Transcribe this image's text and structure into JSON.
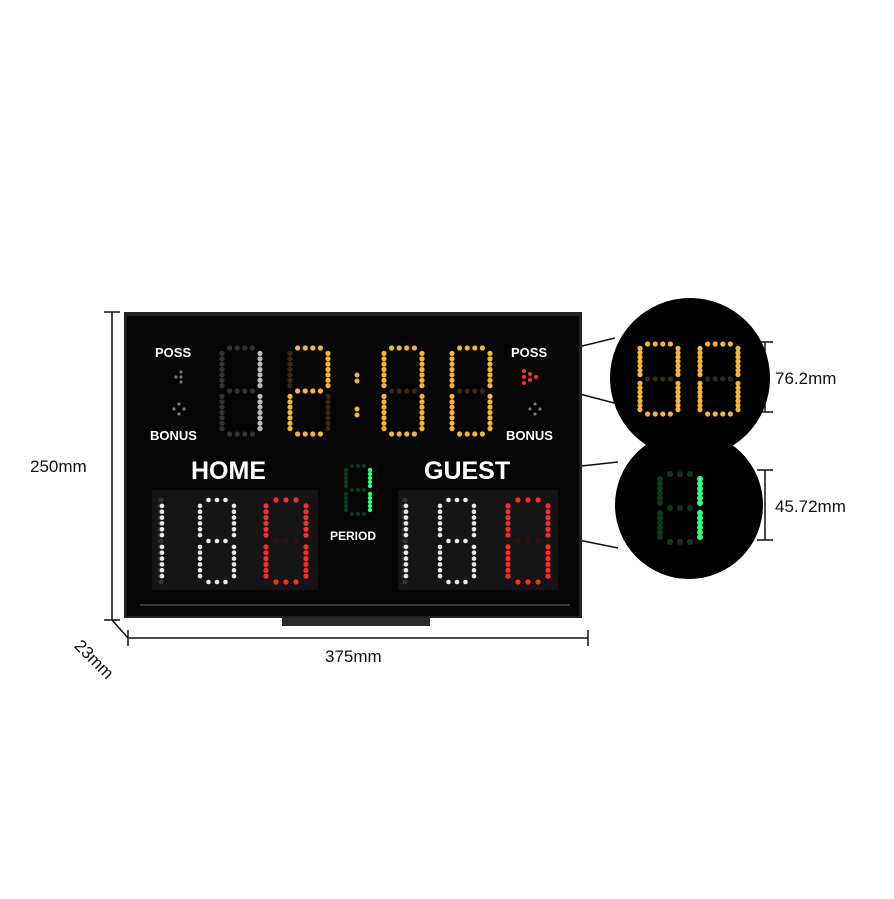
{
  "board": {
    "clock_digits": [
      "1",
      "2",
      "0",
      "0"
    ],
    "period": "1",
    "poss_label": "POSS",
    "bonus_label": "BONUS",
    "home_label": "HOME",
    "guest_label": "GUEST",
    "period_label": "PERIOD",
    "home_score": [
      "1",
      "8",
      "0"
    ],
    "guest_score": [
      "1",
      "8",
      "0"
    ]
  },
  "dimensions": {
    "height": "250mm",
    "width": "375mm",
    "depth": "23mm",
    "clock_digit_height": "76.2mm",
    "period_digit_height": "45.72mm"
  },
  "colors": {
    "board": "#050505",
    "clock_on": "#f5b537",
    "score_white_on": "#e9e9e9",
    "score_red_on": "#ff2a2a",
    "period_green_on": "#2cff7a",
    "poss_arrow_red": "#ff2a2a"
  }
}
